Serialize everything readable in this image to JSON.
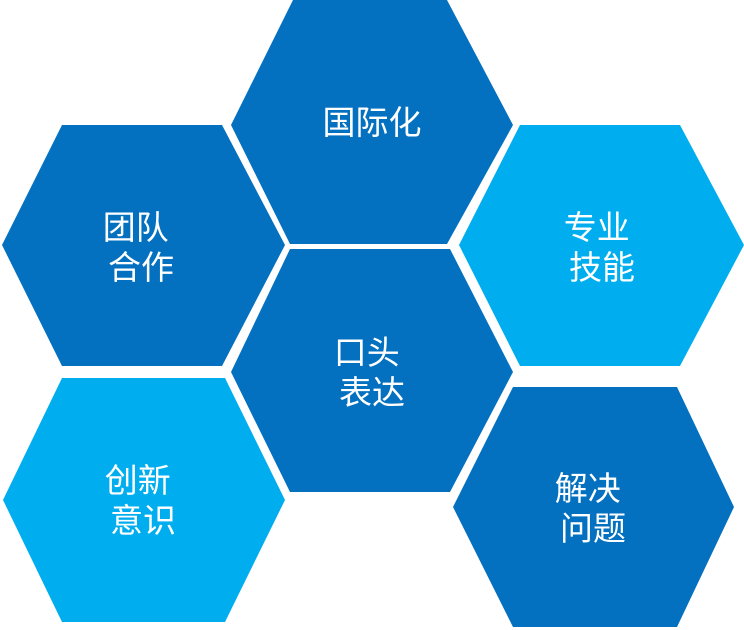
{
  "colors": {
    "dark_blue": "#0370c0",
    "light_blue": "#00aeef"
  },
  "hexagons": [
    {
      "id": "international",
      "lines": [
        "国际化"
      ],
      "color": "dark_blue"
    },
    {
      "id": "teamwork",
      "lines": [
        "团队",
        "合作"
      ],
      "color": "dark_blue"
    },
    {
      "id": "professional",
      "lines": [
        "专业",
        "技能"
      ],
      "color": "light_blue"
    },
    {
      "id": "oral",
      "lines": [
        "口头",
        "表达"
      ],
      "color": "dark_blue"
    },
    {
      "id": "innovation",
      "lines": [
        "创新",
        "意识"
      ],
      "color": "light_blue"
    },
    {
      "id": "problem",
      "lines": [
        "解决",
        "问题"
      ],
      "color": "dark_blue"
    }
  ]
}
